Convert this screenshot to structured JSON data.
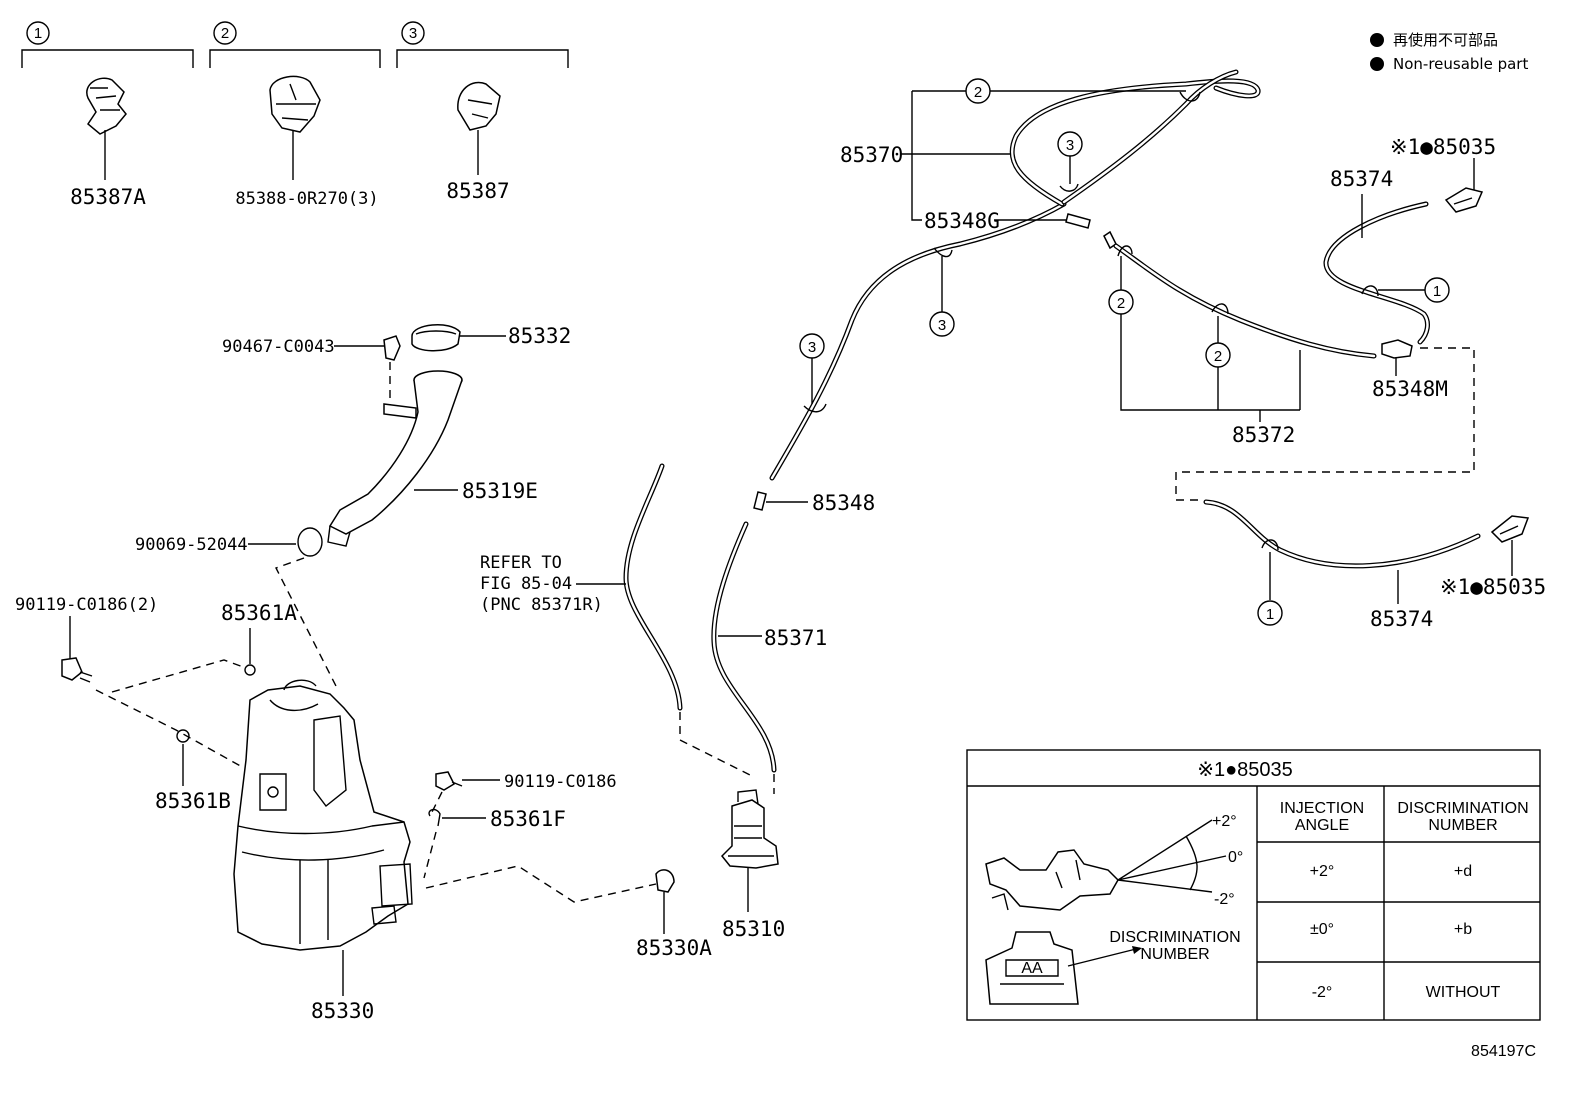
{
  "legend": {
    "jp": "再使用不可部品",
    "en": "Non-reusable part"
  },
  "groups": [
    {
      "num": "1",
      "part": "85387A"
    },
    {
      "num": "2",
      "part": "85388-0R270(3)"
    },
    {
      "num": "3",
      "part": "85387"
    }
  ],
  "labels": {
    "p90467": "90467-C0043",
    "p85332": "85332",
    "p85319E": "85319E",
    "p90069": "90069-52044",
    "p90119a": "90119-C0186(2)",
    "p85361A": "85361A",
    "p85361B": "85361B",
    "p90119b": "90119-C0186",
    "p85361F": "85361F",
    "p85330": "85330",
    "p85330A": "85330A",
    "p85310": "85310",
    "p85371": "85371",
    "p85348": "85348",
    "p85370": "85370",
    "p85348G": "85348G",
    "p85372": "85372",
    "p85348M": "85348M",
    "p85374a": "85374",
    "p85374b": "85374",
    "p85035a": "※1●85035",
    "p85035b": "※1●85035",
    "refer1": "REFER TO",
    "refer2": "FIG 85-04",
    "refer3": "(PNC 85371R)",
    "figure_id": "854197C"
  },
  "callouts": {
    "c2a": "2",
    "c3a": "3",
    "c3b": "3",
    "c3c": "3",
    "c2b": "2",
    "c2c": "2",
    "c1a": "1",
    "c1b": "1"
  },
  "inset": {
    "title": "※1●85035",
    "col1": [
      "INJECTION",
      "ANGLE"
    ],
    "col2": [
      "DISCRIMINATION",
      "NUMBER"
    ],
    "rows": [
      {
        "angle": "+2°",
        "number": "+d"
      },
      {
        "angle": "±0°",
        "number": "+b"
      },
      {
        "angle": "-2°",
        "number": "WITHOUT"
      }
    ],
    "angle_plus": "+2°",
    "angle_zero": "0°",
    "angle_minus": "-2°",
    "disc_label": [
      "DISCRIMINATION",
      "NUMBER"
    ],
    "stamp": "AA"
  }
}
